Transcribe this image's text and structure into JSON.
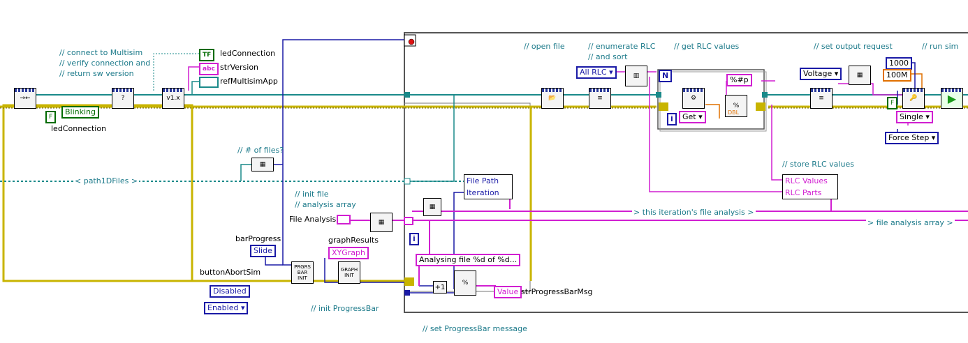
{
  "comments": {
    "connect1": "// connect to Multisim",
    "connect2": "//  verify connection and",
    "connect3": "//  return sw version",
    "num_files": "// # of files?",
    "path_wire": "< path1DFiles >",
    "init_file1": "// init file",
    "init_file2": "// analysis array",
    "init_progress": "// init ProgressBar",
    "set_progress_msg": "// set ProgressBar message",
    "open_file": "// open file",
    "enum_rlc1": "// enumerate RLC",
    "enum_rlc2": "// and sort",
    "get_rlc": "// get RLC values",
    "set_output": "// set output request",
    "run_sim": "// run sim",
    "store_rlc": "// store RLC values",
    "iter_analysis": "> this iteration's file analysis >",
    "file_array": "> file analysis array >"
  },
  "terminals": {
    "led_connection_ind": "ledConnection",
    "str_version": "strVersion",
    "ref_multisim": "refMultisimApp",
    "led_connection_label": "ledConnection",
    "blinking": "Blinking",
    "bar_progress": "barProgress",
    "slide": "Slide",
    "graph_results": "graphResults",
    "xy_graph": "XYGraph",
    "button_abort": "buttonAbortSim",
    "disabled": "Disabled",
    "enabled": "Enabled",
    "file_analysis": "File Analysis",
    "value": "Value",
    "str_progress_msg": "strProgressBarMsg",
    "format_str": "Analysing file %d of %d...",
    "all_rlc": "All RLC",
    "get": "Get",
    "fmt_p": "%#p",
    "voltage": "Voltage",
    "n1000": "1000",
    "n100m": "100M",
    "single": "Single",
    "force_step": "Force Step",
    "file_path": "File Path",
    "iteration": "Iteration",
    "rlc_values": "RLC Values",
    "rlc_parts": "RLC Parts",
    "tf": "TF",
    "abc": "abc",
    "f1": "F",
    "f2": "F",
    "loop_i1": "i",
    "loop_i2": "i",
    "loop_n": "N",
    "sub_prgrs": "PRGRS BAR INIT",
    "sub_graph": "GRAPH INIT",
    "dbl": "DBL"
  },
  "colors": {
    "ref_wire": "#1a8a8a",
    "error_wire": "#c8b400",
    "string_wire": "#d11fd1",
    "numeric_wire": "#1a1aa6",
    "comment": "#1c7a8a"
  }
}
